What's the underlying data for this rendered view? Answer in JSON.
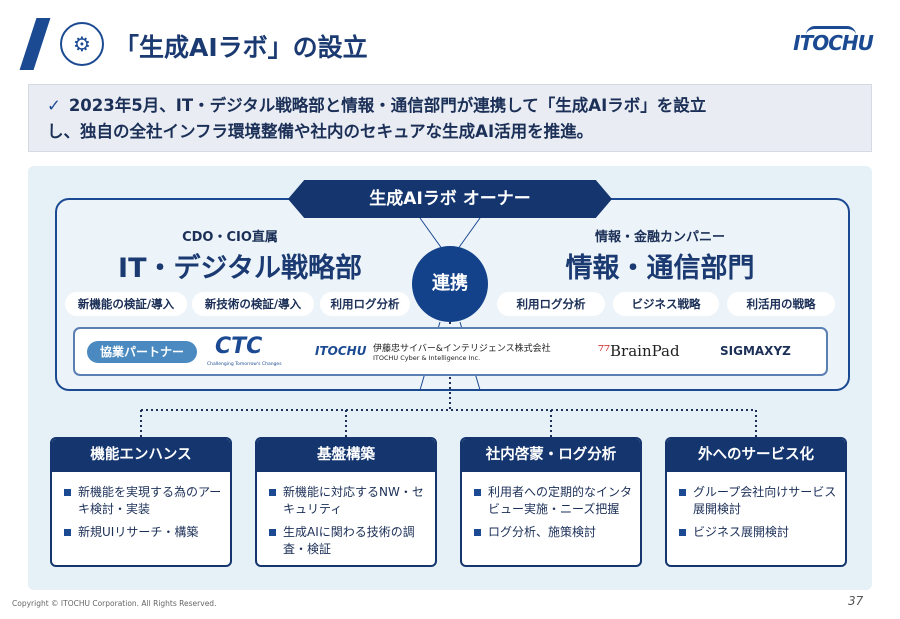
{
  "header": {
    "title": "「生成AIラボ」の設立",
    "logo": "ITOCHU"
  },
  "summary": {
    "line1": "2023年5月、IT・デジタル戦略部と情報・通信部門が連携して「生成AIラボ」を設立",
    "line2": "し、独自の全社インフラ環境整備や社内のセキュアな生成AI活用を推進。"
  },
  "owner": "生成AIラボ オーナー",
  "left": {
    "sub": "CDO・CIO直属",
    "dept": "IT・デジタル戦略部",
    "pills": [
      "新機能の検証/導入",
      "新技術の検証/導入",
      "利用ログ分析"
    ]
  },
  "right": {
    "sub": "情報・金融カンパニー",
    "dept": "情報・通信部門",
    "pills": [
      "利用ログ分析",
      "ビジネス戦略",
      "利活用の戦略"
    ]
  },
  "center": "連携",
  "partners": {
    "label": "協業パートナー",
    "ctc": "CTC",
    "ctc_tag": "Challenging Tomorrow's Changes",
    "itochu": "ITOCHU",
    "ci_jp": "伊藤忠サイバー&インテリジェンス株式会社",
    "ci_en": "ITOCHU Cyber & Intelligence Inc.",
    "brainpad": "BrainPad",
    "sigmaxyz": "SIGMAXYZ"
  },
  "cards": [
    {
      "title": "機能エンハンス",
      "items": [
        "新機能を実現する為のアーキ検討・実装",
        "新規UIリサーチ・構築"
      ]
    },
    {
      "title": "基盤構築",
      "items": [
        "新機能に対応するNW・セキュリティ",
        "生成AIに関わる技術の調査・検証"
      ]
    },
    {
      "title": "社内啓蒙・ログ分析",
      "items": [
        "利用者への定期的なインタビュー実施・ニーズ把握",
        "ログ分析、施策検討"
      ]
    },
    {
      "title": "外へのサービス化",
      "items": [
        "グループ会社向けサービス展開検討",
        "ビジネス展開検討"
      ]
    }
  ],
  "footer": {
    "copyright": "Copyright © ITOCHU Corporation. All Rights Reserved.",
    "page": "37"
  }
}
